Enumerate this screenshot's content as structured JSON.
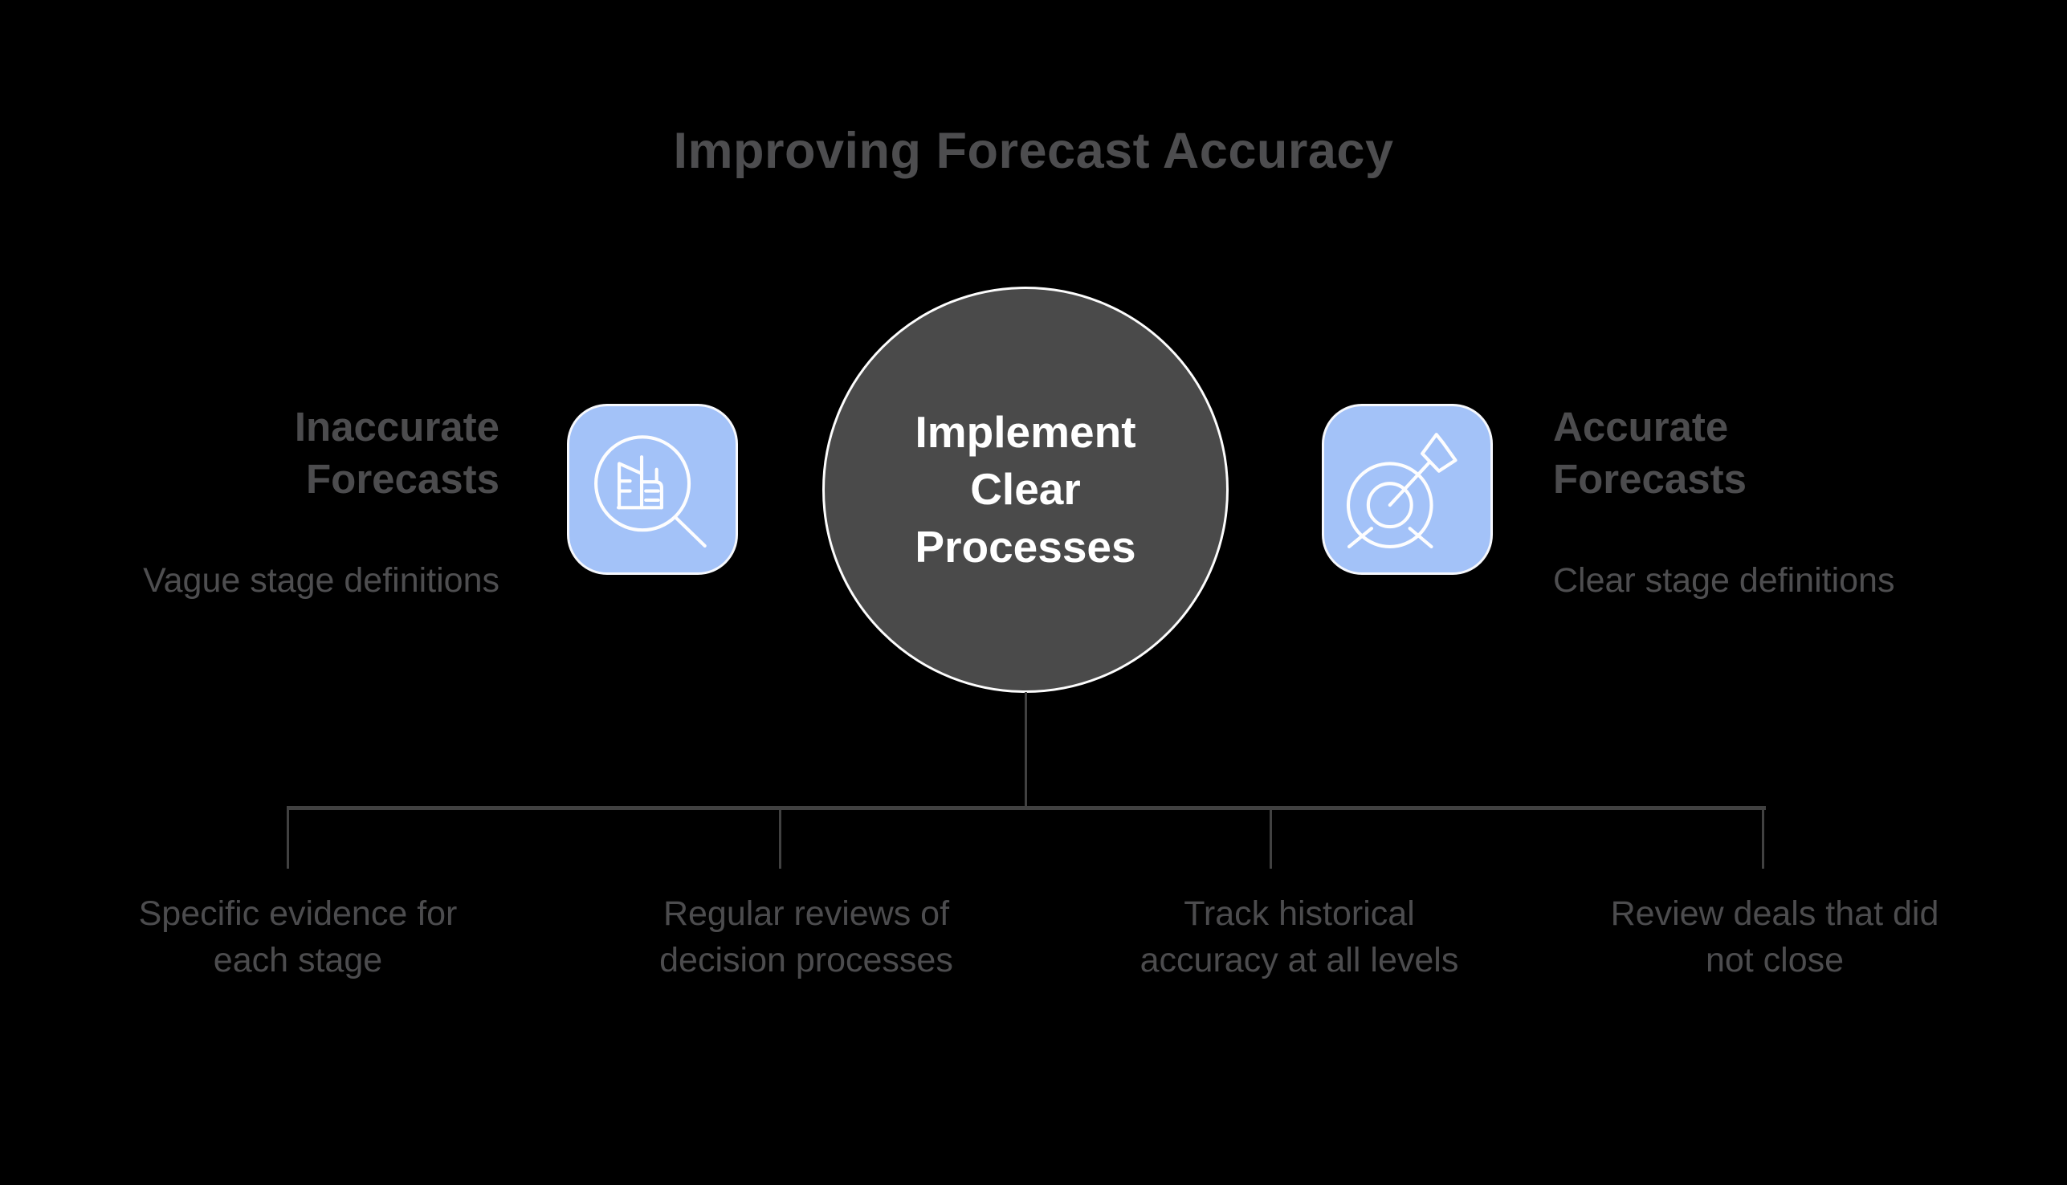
{
  "title": "Improving Forecast Accuracy",
  "center_node": {
    "label": "Implement\nClear\nProcesses"
  },
  "left_panel": {
    "heading": "Inaccurate\nForecasts",
    "description": "Vague stage definitions",
    "icon": "building-search-icon"
  },
  "right_panel": {
    "heading": "Accurate\nForecasts",
    "description": "Clear stage definitions",
    "icon": "target-arrow-icon"
  },
  "branches": [
    {
      "label": "Specific evidence for\neach stage"
    },
    {
      "label": "Regular reviews of\ndecision processes"
    },
    {
      "label": "Track historical\naccuracy at all levels"
    },
    {
      "label": "Review deals that did\nnot close"
    }
  ],
  "colors": {
    "background": "#000000",
    "accent_blue": "#a3c2f8",
    "node_fill": "#4a4a4a",
    "node_border": "#fdfdfd",
    "text_gray": "#4c4c4e",
    "line_gray": "#414141",
    "icon_stroke": "#fdfdfe"
  }
}
